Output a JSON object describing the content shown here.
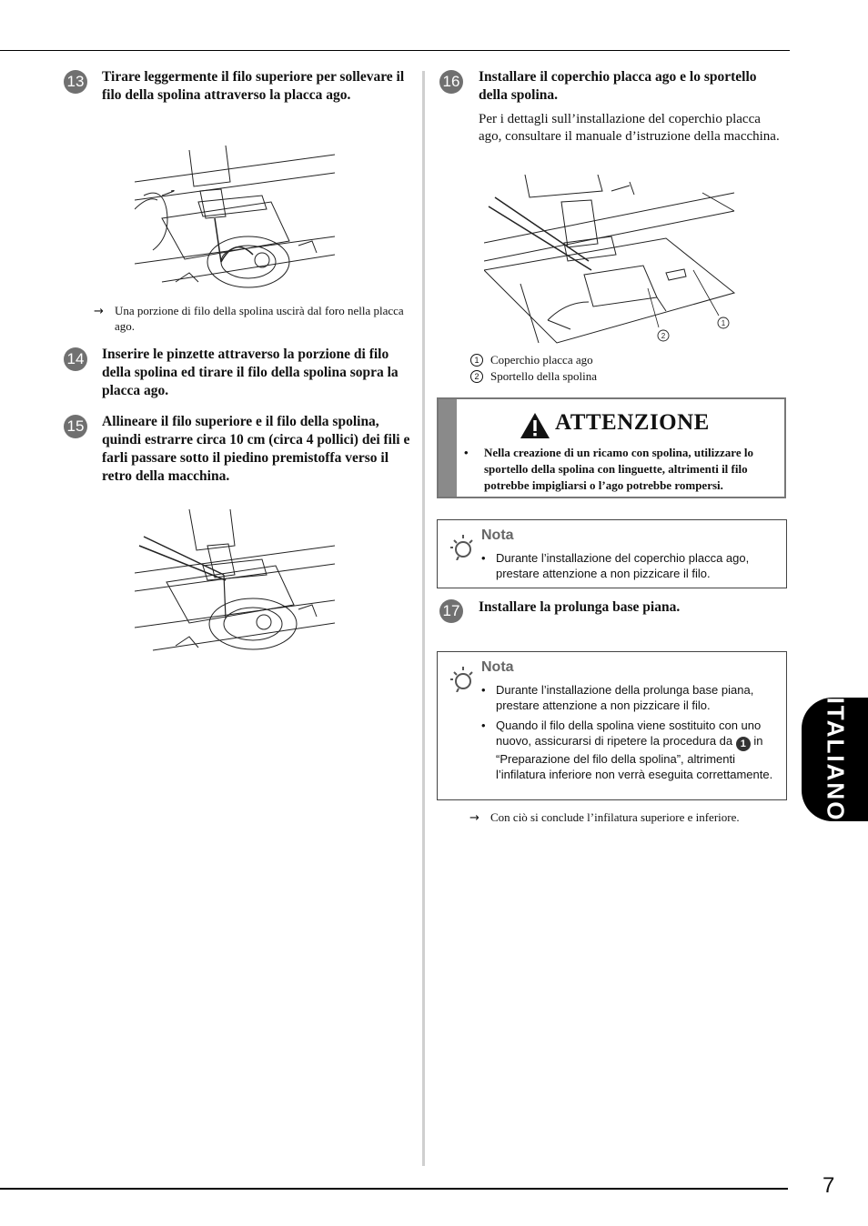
{
  "side_tab": "ITALIANO",
  "page_number": "7",
  "left": {
    "step13": {
      "num": "13",
      "text": "Tirare leggermente il filo superiore per sollevare il filo della spolina attraverso la placca ago."
    },
    "result13": {
      "arrow": "→",
      "text": "Una porzione di filo della spolina uscirà dal foro nella placca ago."
    },
    "step14": {
      "num": "14",
      "text": "Inserire le pinzette attraverso la porzione di filo della spolina ed tirare il filo della spolina sopra la placca ago."
    },
    "step15": {
      "num": "15",
      "text": "Allineare il filo superiore e il filo della spolina, quindi estrarre circa 10 cm (circa 4 pollici) dei fili e farli passare sotto il piedino premistoffa verso il retro della macchina."
    }
  },
  "right": {
    "step16": {
      "num": "16",
      "text": "Installare il coperchio placca ago e lo sportello della spolina.",
      "body": "Per i dettagli sull’installazione del coperchio placca ago, consultare il manuale d’istruzione della macchina."
    },
    "callouts": [
      {
        "mark": "1",
        "label": "Coperchio placca ago"
      },
      {
        "mark": "2",
        "label": "Sportello della spolina"
      }
    ],
    "caution": {
      "title": "ATTENZIONE",
      "bullet": "•",
      "text": "Nella creazione di un ricamo con spolina, utilizzare lo sportello della spolina con linguette, altrimenti il filo potrebbe impigliarsi o l’ago potrebbe rompersi."
    },
    "note1": {
      "title": "Nota",
      "items": [
        "Durante l’installazione del coperchio placca ago, prestare attenzione a non pizzicare il filo."
      ]
    },
    "step17": {
      "num": "17",
      "text": "Installare la prolunga base piana."
    },
    "note2": {
      "title": "Nota",
      "item1": "Durante l’installazione della prolunga base piana, prestare attenzione a non pizzicare il filo.",
      "item2_pre": "Quando il filo della spolina viene sostituito con uno nuovo, assicurarsi di ripetere la procedura da",
      "item2_step": "1",
      "item2_post": "in “Preparazione del filo della spolina”, altrimenti l’infilatura inferiore non verrà eseguita correttamente."
    },
    "result": {
      "arrow": "→",
      "text": "Con ciò si conclude l’infilatura superiore e inferiore."
    }
  }
}
